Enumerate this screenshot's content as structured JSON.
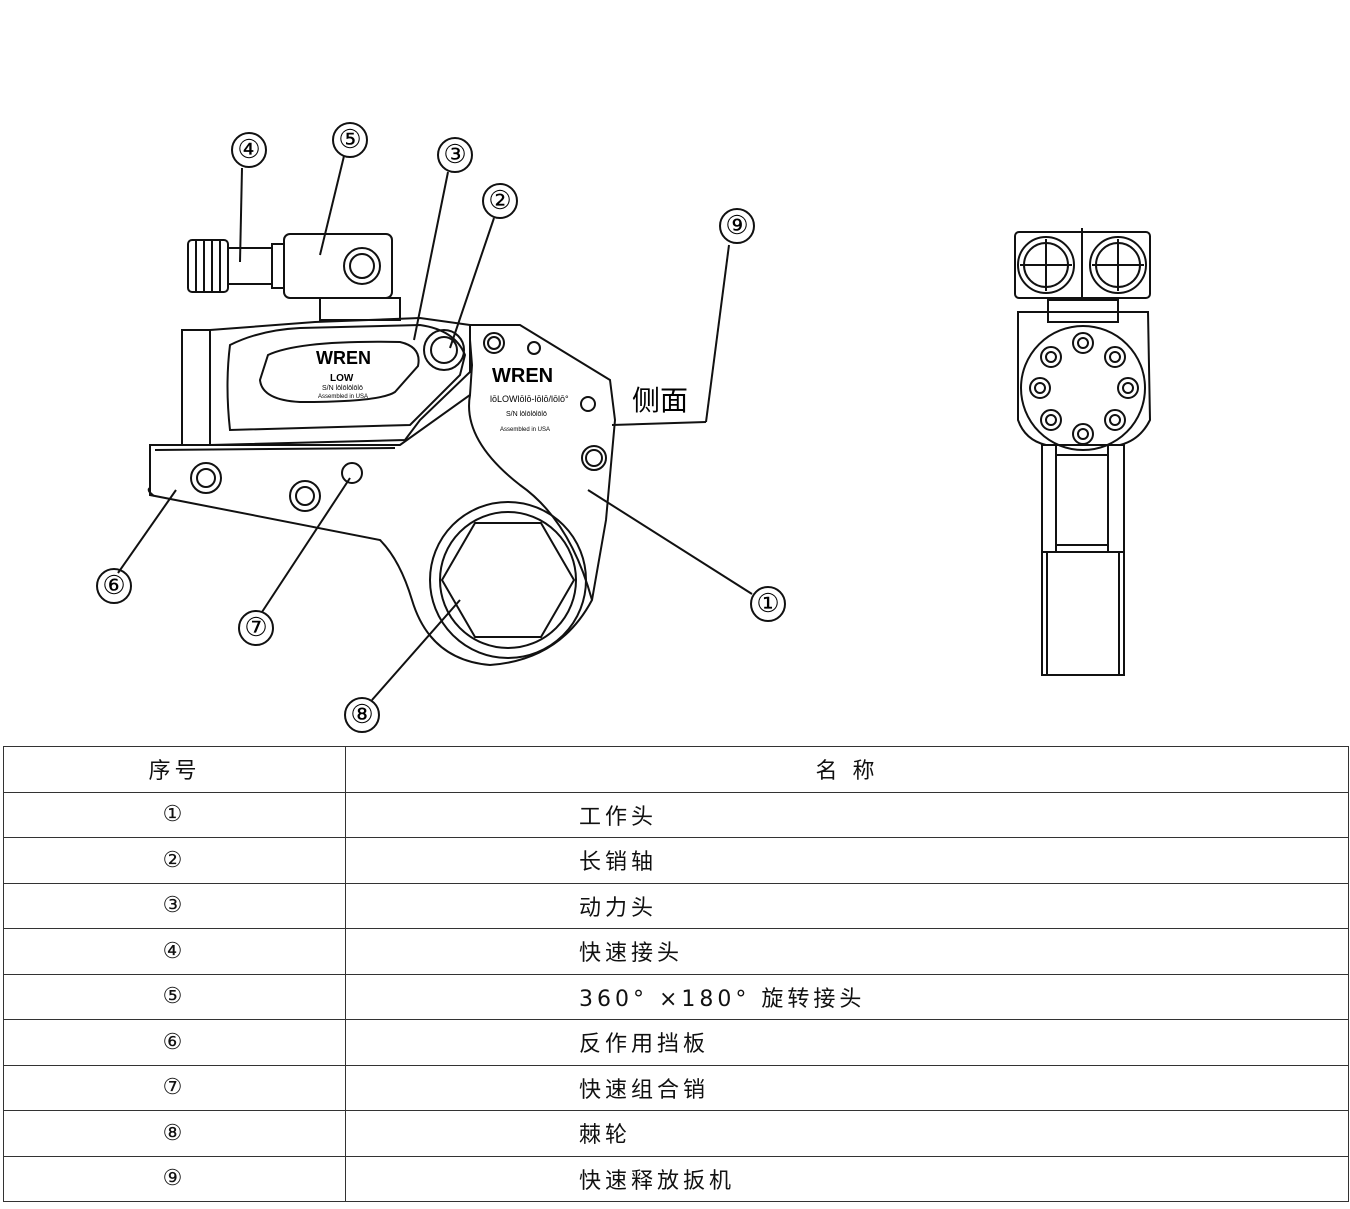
{
  "diagram": {
    "callouts": {
      "c1": "①",
      "c2": "②",
      "c3": "③",
      "c4": "④",
      "c5": "⑤",
      "c6": "⑥",
      "c7": "⑦",
      "c8": "⑧",
      "c9": "⑨"
    },
    "side_label": "侧面",
    "power_head_plate": {
      "brand": "WREN",
      "model": "LOW",
      "serial": "S/N  lōlōlōlōlō",
      "assembled": "Assembled in USA"
    },
    "drive_plate": {
      "brand": "WREN",
      "model_line": "lōLOWlōlō-lōlō/lōlō°",
      "serial": "S/N  lōlōlōlōlō",
      "assembled": "Assembled in USA"
    }
  },
  "table": {
    "headers": {
      "index": "序号",
      "name": "名 称"
    },
    "rows": [
      {
        "index": "①",
        "name": "工作头"
      },
      {
        "index": "②",
        "name": "长销轴"
      },
      {
        "index": "③",
        "name": "动力头"
      },
      {
        "index": "④",
        "name": "快速接头"
      },
      {
        "index": "⑤",
        "name": "360° ×180° 旋转接头"
      },
      {
        "index": "⑥",
        "name": "反作用挡板"
      },
      {
        "index": "⑦",
        "name": "快速组合销"
      },
      {
        "index": "⑧",
        "name": "棘轮"
      },
      {
        "index": "⑨",
        "name": "快速释放扳机"
      }
    ]
  }
}
